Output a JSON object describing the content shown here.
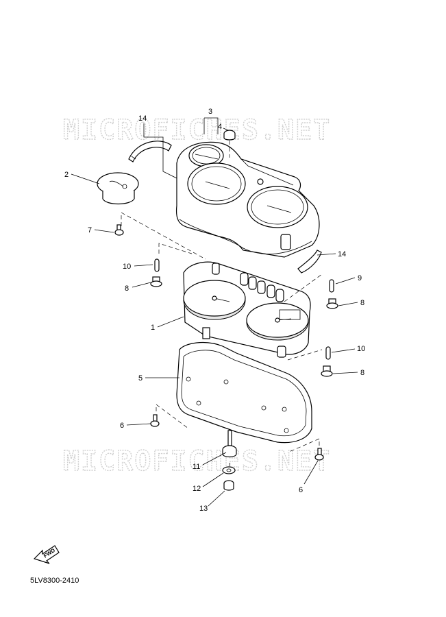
{
  "watermark": "MICROFICHES.NET",
  "callouts": [
    {
      "id": "c3",
      "label": "3"
    },
    {
      "id": "c4",
      "label": "4"
    },
    {
      "id": "c14a",
      "label": "14"
    },
    {
      "id": "c2",
      "label": "2"
    },
    {
      "id": "c7",
      "label": "7"
    },
    {
      "id": "c14b",
      "label": "14"
    },
    {
      "id": "c10a",
      "label": "10"
    },
    {
      "id": "c8a",
      "label": "8"
    },
    {
      "id": "c9",
      "label": "9"
    },
    {
      "id": "c8b",
      "label": "8"
    },
    {
      "id": "c1",
      "label": "1"
    },
    {
      "id": "c10b",
      "label": "10"
    },
    {
      "id": "c5",
      "label": "5"
    },
    {
      "id": "c8c",
      "label": "8"
    },
    {
      "id": "c6a",
      "label": "6"
    },
    {
      "id": "c11",
      "label": "11"
    },
    {
      "id": "c12",
      "label": "12"
    },
    {
      "id": "c6b",
      "label": "6"
    },
    {
      "id": "c13",
      "label": "13"
    }
  ],
  "fwd_label": "FWD",
  "diagram_code": "5LV8300-2410"
}
